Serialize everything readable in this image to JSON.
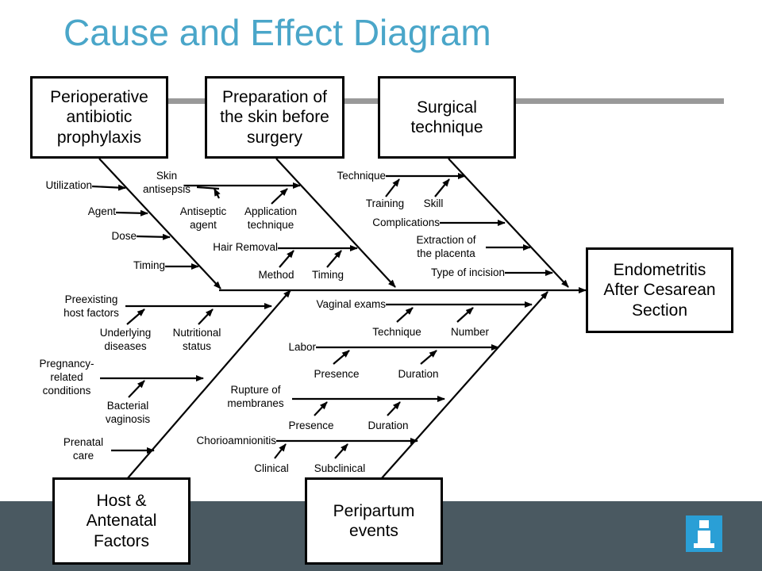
{
  "title": "Cause and Effect Diagram",
  "effect": "Endometritis\nAfter Cesarean\nSection",
  "categories": {
    "perioperative": "Perioperative\nantibiotic\nprophylaxis",
    "skin_prep": "Preparation of\nthe skin before\nsurgery",
    "surgical": "Surgical\ntechnique",
    "host": "Host &\nAntenatal\nFactors",
    "peripartum": "Peripartum\nevents"
  },
  "causes": {
    "utilization": "Utilization",
    "agent": "Agent",
    "dose": "Dose",
    "timing": "Timing",
    "skin_antisepsis": "Skin\nantisepsis",
    "antiseptic_agent": "Antiseptic\nagent",
    "application_technique": "Application\ntechnique",
    "hair_removal": "Hair Removal",
    "method": "Method",
    "hair_timing": "Timing",
    "technique": "Technique",
    "training": "Training",
    "skill": "Skill",
    "complications": "Complications",
    "extraction": "Extraction of\nthe placenta",
    "incision": "Type of incision",
    "preexisting": "Preexisting\nhost factors",
    "underlying": "Underlying\ndiseases",
    "nutritional": "Nutritional\nstatus",
    "pregnancy": "Pregnancy-\nrelated\nconditions",
    "bacterial": "Bacterial\nvaginosis",
    "prenatal": "Prenatal\ncare",
    "vaginal_exams": "Vaginal exams",
    "vaginal_technique": "Technique",
    "number": "Number",
    "labor": "Labor",
    "presence": "Presence",
    "duration": "Duration",
    "rupture": "Rupture of\nmembranes",
    "rupture_presence": "Presence",
    "rupture_duration": "Duration",
    "chorio": "Chorioamnionitis",
    "clinical": "Clinical",
    "subclinical": "Subclinical"
  },
  "colors": {
    "title": "#4aa6c9",
    "band": "#4a5961",
    "bar": "#999999",
    "info_icon": "#2a9fd6"
  },
  "icons": [
    "info-icon"
  ]
}
